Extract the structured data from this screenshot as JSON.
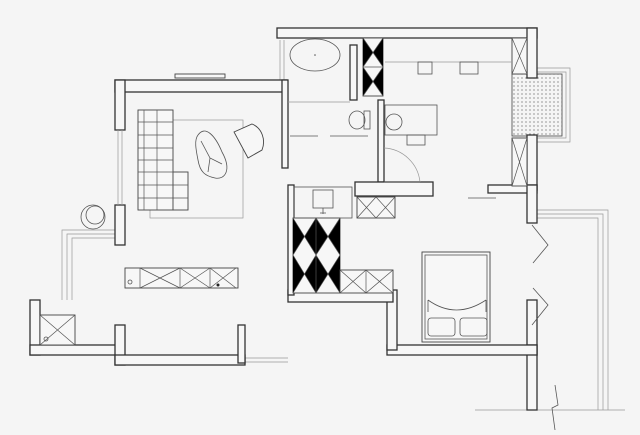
{
  "plan": {
    "colors": {
      "background": "#f5f5f5",
      "wall": "#333333",
      "fixture": "#555555"
    },
    "rooms": [
      "living-room",
      "bathroom",
      "kitchen",
      "hallway",
      "bedroom",
      "balcony"
    ]
  }
}
